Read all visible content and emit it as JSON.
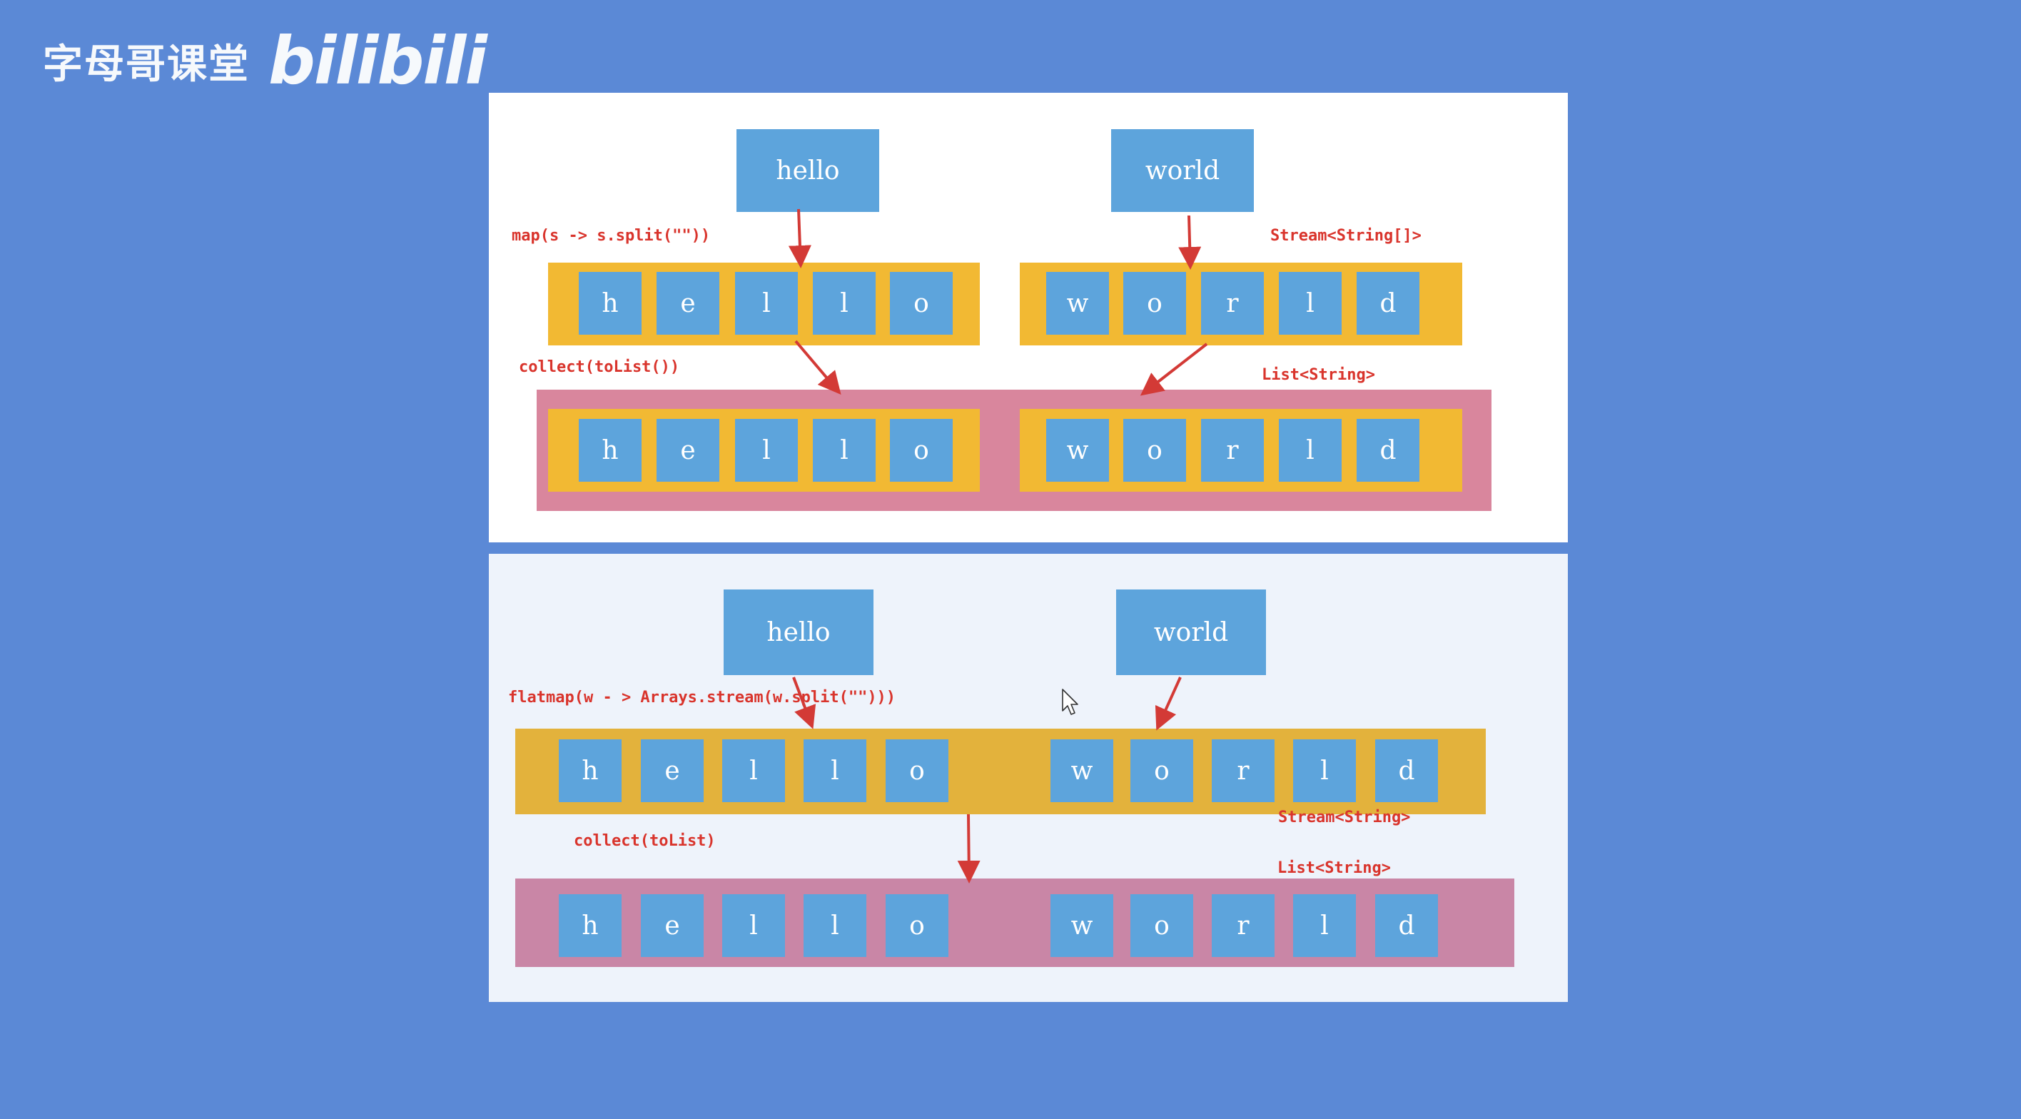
{
  "watermark": {
    "text": "字母哥课堂",
    "logo": "bilibili"
  },
  "top": {
    "words": [
      "hello",
      "world"
    ],
    "map_label": "map(s -> s.split(\"\"))",
    "stream_label": "Stream<String[]>",
    "collect_label": "collect(toList())",
    "list_label": "List<String>",
    "hello_letters": [
      "h",
      "e",
      "l",
      "l",
      "o"
    ],
    "world_letters": [
      "w",
      "o",
      "r",
      "l",
      "d"
    ]
  },
  "bottom": {
    "words": [
      "hello",
      "world"
    ],
    "flatmap_label": "flatmap(w - > Arrays.stream(w.split(\"\")))",
    "stream_label": "Stream<String>",
    "collect_label": "collect(toList)",
    "list_label": "List<String>",
    "hello_letters": [
      "h",
      "e",
      "l",
      "l",
      "o"
    ],
    "world_letters": [
      "w",
      "o",
      "r",
      "l",
      "d"
    ]
  },
  "colors": {
    "background": "#5b89d6",
    "box": "#5da4dc",
    "yellow": "#f2b933",
    "pink": "#d9869d",
    "arrow": "#d33a36",
    "label": "#d9342c"
  },
  "icons": [
    "mouse-cursor-icon"
  ]
}
